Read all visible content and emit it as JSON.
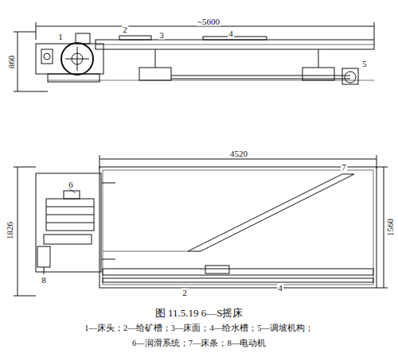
{
  "diagram": {
    "caption": "图 11.5.19 6—S摇床",
    "labels": [
      "1",
      "2",
      "3",
      "~5600",
      "4",
      "860",
      "5",
      "4520",
      "1826",
      "1560",
      "7",
      "6",
      "8",
      "2",
      "4",
      "1—床头；2—给矿槽；3—床面；4—给水槽；5—调坡机构；",
      "6—润滑系统；7—床条；8—电动机"
    ]
  }
}
